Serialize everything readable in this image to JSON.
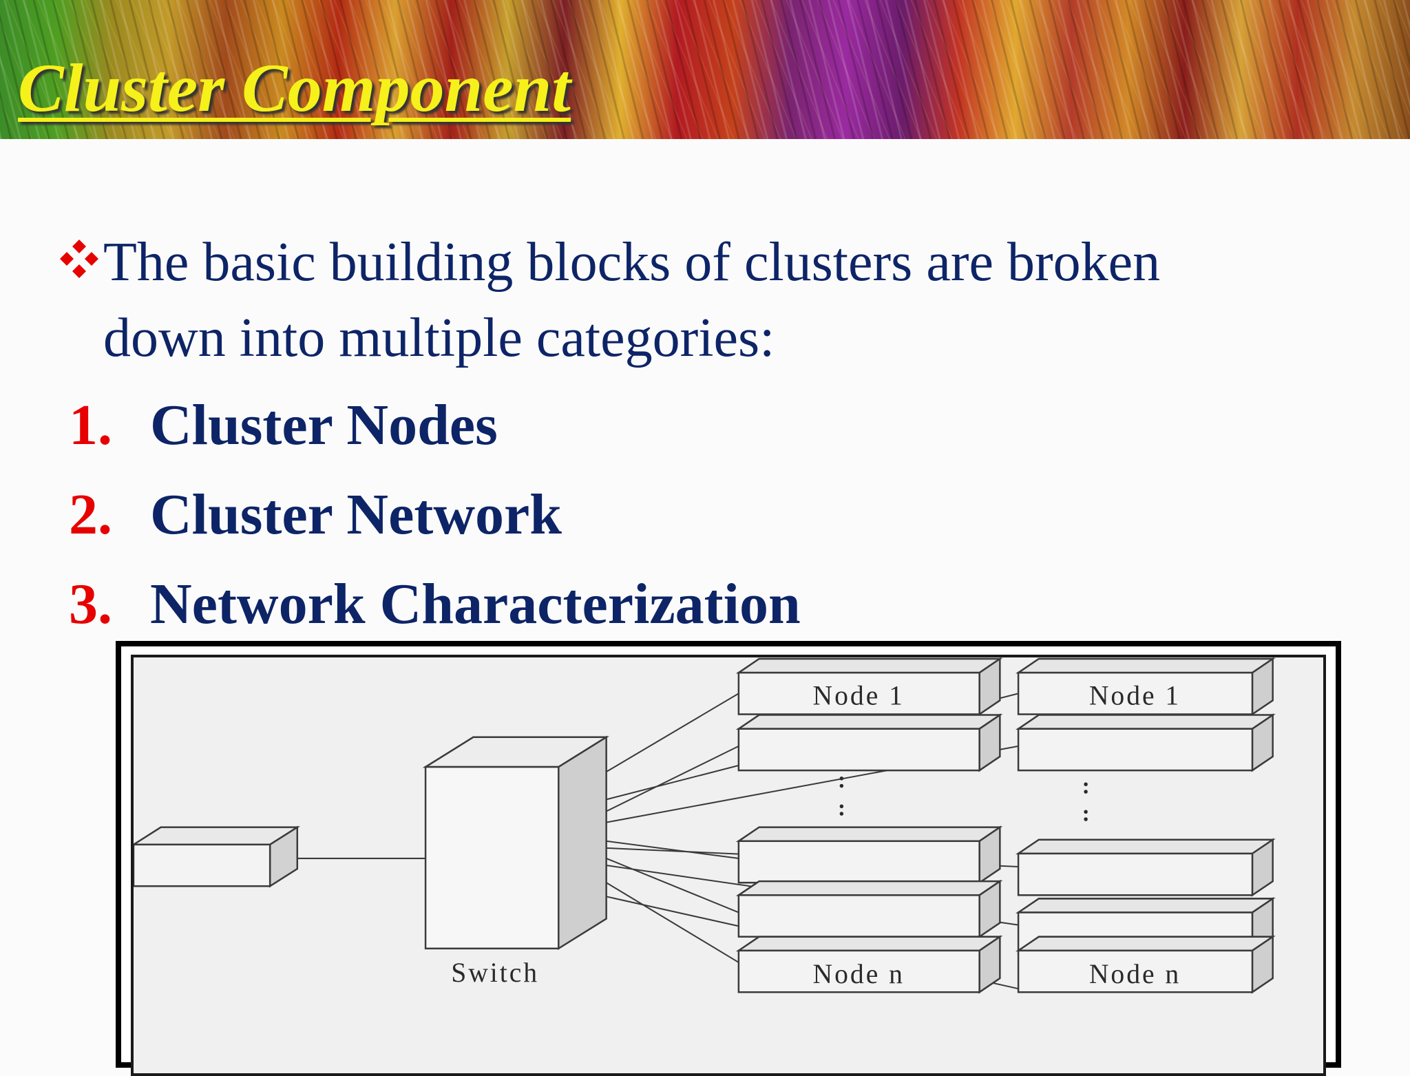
{
  "slide": {
    "title": "Cluster Component",
    "intro": {
      "line1": "The basic building blocks of clusters are broken",
      "line2": "down into multiple categories:"
    },
    "categories": [
      {
        "number": "1.",
        "label": "Cluster Nodes"
      },
      {
        "number": "2.",
        "label": "Cluster Network"
      },
      {
        "number": "3.",
        "label": "Network Characterization"
      }
    ],
    "colors": {
      "title": "#f6f11a",
      "body_text": "#0d2467",
      "list_numbers": "#e60000",
      "bullet": "#e60000"
    },
    "bullet_icon": "four-diamond-bullet-icon"
  },
  "diagram": {
    "switch_label": "Switch",
    "node_first_label": "Node 1",
    "node_last_label": "Node n",
    "ellipsis": ":"
  }
}
